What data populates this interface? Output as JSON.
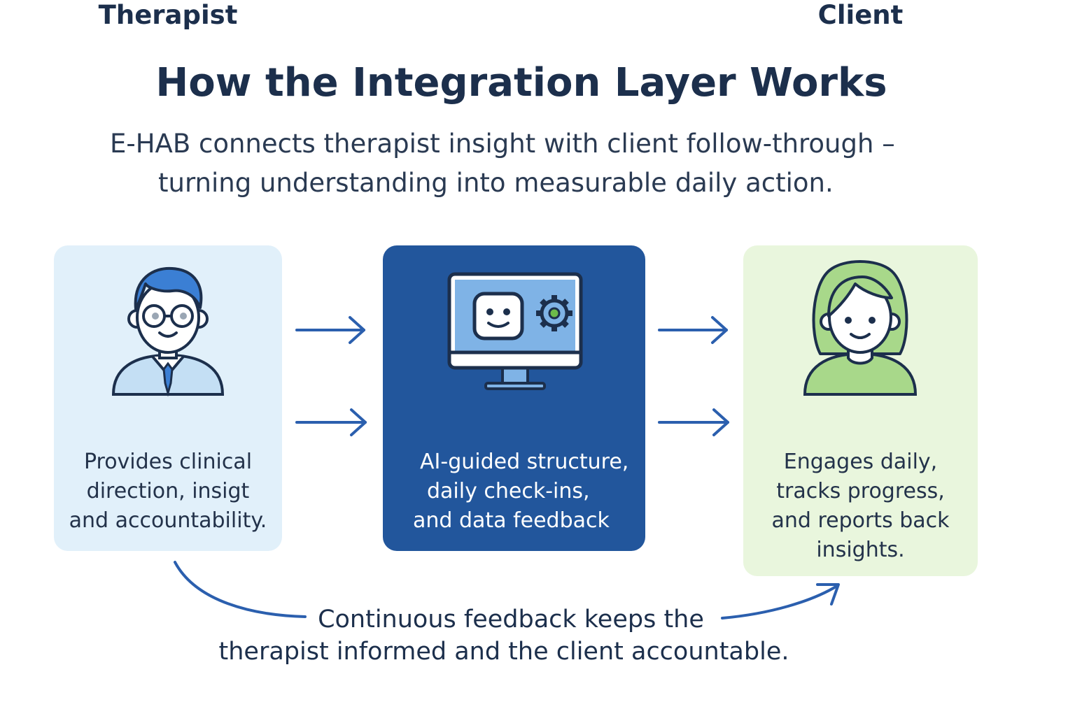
{
  "header": {
    "title": "How the Integration Layer Works",
    "subtitle_line1": "E-HAB connects therapist insight with client follow-through –",
    "subtitle_line2": "turning understanding into measurable daily action."
  },
  "cards": {
    "therapist": {
      "title": "Therapist",
      "desc": [
        "Provides clinical",
        "direction, insigt",
        "and accountability."
      ],
      "icon": "therapist-avatar-icon",
      "bg_color": "#e1f0fa"
    },
    "system": {
      "title": "E-HAB System",
      "desc": [
        "AI-guided structure,",
        "daily check-ins,",
        "and data feedback"
      ],
      "icon": "computer-monitor-icon",
      "bg_color": "#22569c"
    },
    "client": {
      "title": "Client",
      "desc": [
        "Engages daily,",
        "tracks progress,",
        "and reports back",
        "insights."
      ],
      "icon": "client-avatar-icon",
      "bg_color": "#e9f6dd"
    }
  },
  "footer": {
    "line1": "Continuous feedback keeps the",
    "line2": "therapist informed and the client accountable."
  },
  "colors": {
    "arrow": "#2b5fae",
    "title": "#1c2f4c"
  }
}
